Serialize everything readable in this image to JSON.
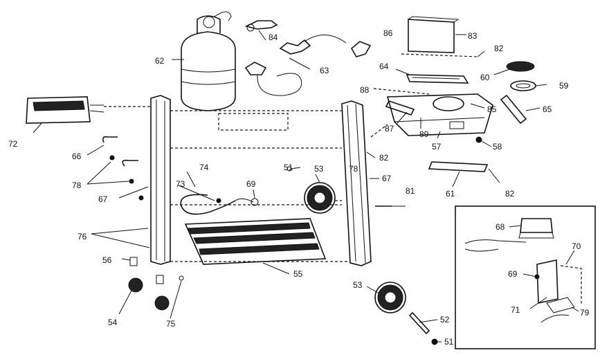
{
  "labels": {
    "l51a": "51",
    "l51b": "51",
    "l52": "52",
    "l53a": "53",
    "l53b": "53",
    "l54": "54",
    "l55": "55",
    "l56": "56",
    "l57": "57",
    "l58": "58",
    "l59": "59",
    "l60": "60",
    "l61": "61",
    "l62": "62",
    "l63": "63",
    "l64": "64",
    "l65": "65",
    "l66": "66",
    "l67a": "67",
    "l67b": "67",
    "l68": "68",
    "l69a": "69",
    "l69b": "69",
    "l70": "70",
    "l71": "71",
    "l72": "72",
    "l73": "73",
    "l74": "74",
    "l75": "75",
    "l76": "76",
    "l78a": "78",
    "l78b": "78",
    "l79": "79",
    "l81": "81",
    "l82a": "82",
    "l82b": "82",
    "l82c": "82",
    "l83": "83",
    "l84": "84",
    "l85": "85",
    "l86": "86",
    "l87": "87",
    "l88": "88",
    "l89": "89"
  }
}
